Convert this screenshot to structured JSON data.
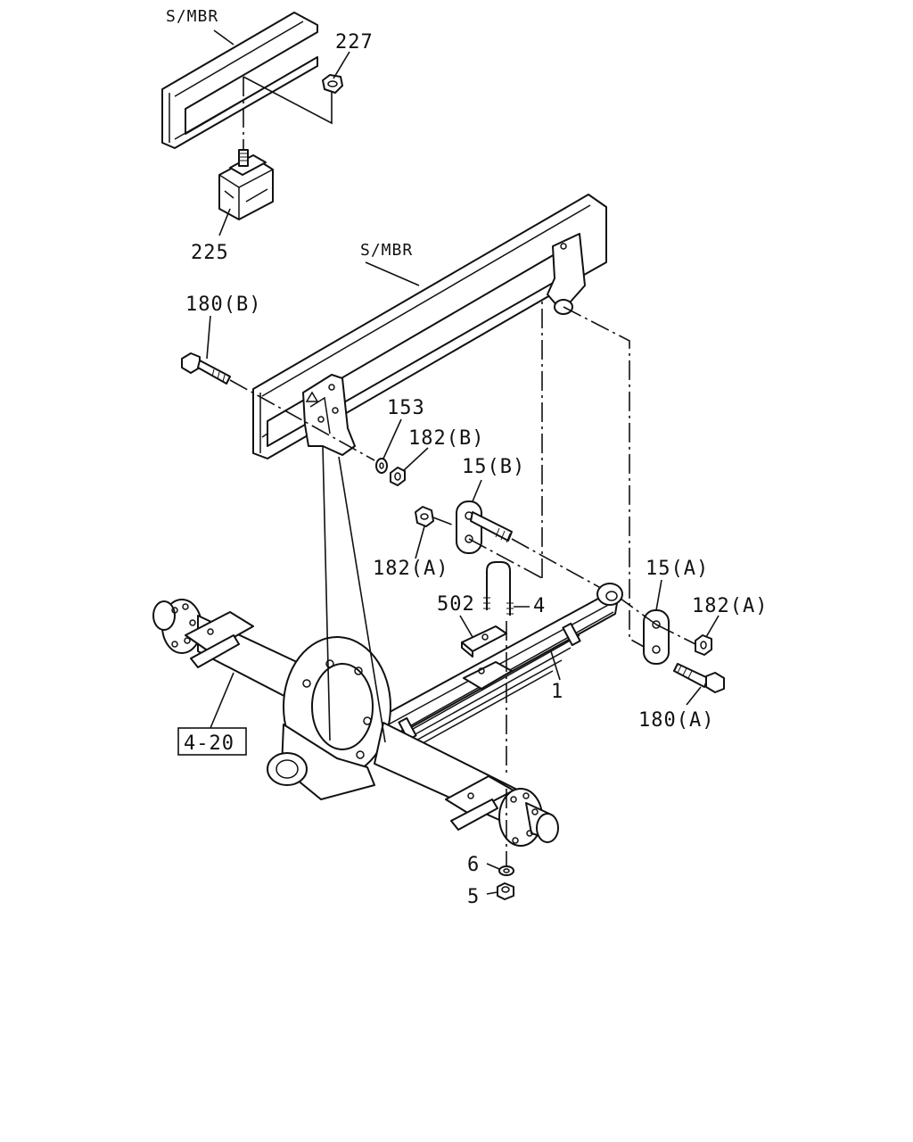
{
  "labels": {
    "top_member": "S/MBR",
    "frame_member": "S/MBR",
    "bumper_nut": "227",
    "bumper_stopper": "225",
    "front_bolt": "180(B)",
    "washer": "153",
    "front_nut": "182(B)",
    "shackle_b": "15(B)",
    "shackle_nut_a_left": "182(A)",
    "shackle_a": "15(A)",
    "shackle_nut_a_right": "182(A)",
    "rear_bolt": "180(A)",
    "u_bolt": "4",
    "pad": "502",
    "leaf_spring": "1",
    "axle_ref": "4-20",
    "washer_bottom": "6",
    "nut_bottom": "5"
  },
  "colors": {
    "line": "#111111",
    "background": "#ffffff"
  }
}
